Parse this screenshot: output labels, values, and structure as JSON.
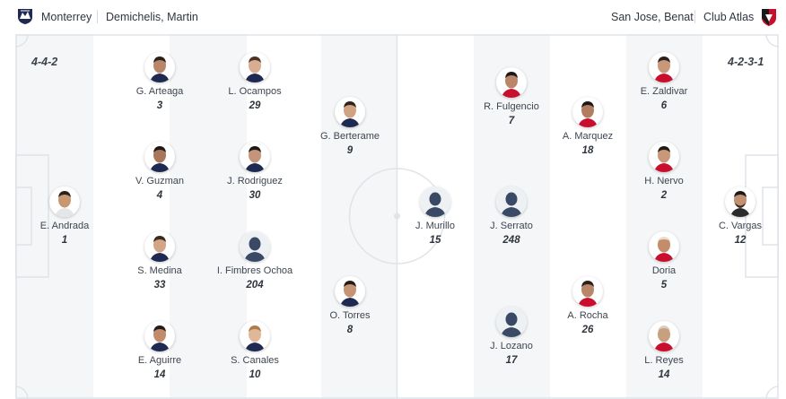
{
  "header": {
    "home_team": "Monterrey",
    "home_coach": "Demichelis, Martin",
    "away_coach": "San Jose, Benat",
    "away_team": "Club Atlas",
    "home_crest_icon": "monterrey-crest-icon",
    "away_crest_icon": "atlas-crest-icon"
  },
  "home": {
    "formation": "4-4-2",
    "players": [
      {
        "name": "E. Andrada",
        "number": "1",
        "kit": "#ffffff"
      },
      {
        "name": "G. Arteaga",
        "number": "3"
      },
      {
        "name": "V. Guzman",
        "number": "4"
      },
      {
        "name": "S. Medina",
        "number": "33"
      },
      {
        "name": "E. Aguirre",
        "number": "14"
      },
      {
        "name": "L. Ocampos",
        "number": "29"
      },
      {
        "name": "J. Rodriguez",
        "number": "30"
      },
      {
        "name": "I. Fimbres Ochoa",
        "number": "204",
        "placeholder": true
      },
      {
        "name": "S. Canales",
        "number": "10"
      },
      {
        "name": "G. Berterame",
        "number": "9"
      },
      {
        "name": "O. Torres",
        "number": "8"
      }
    ]
  },
  "away": {
    "formation": "4-2-3-1",
    "players": [
      {
        "name": "J. Murillo",
        "number": "15",
        "placeholder": true
      },
      {
        "name": "J. Serrato",
        "number": "248",
        "placeholder": true
      },
      {
        "name": "J. Lozano",
        "number": "17",
        "placeholder": true
      },
      {
        "name": "R. Fulgencio",
        "number": "7"
      },
      {
        "name": "A. Marquez",
        "number": "18"
      },
      {
        "name": "A. Rocha",
        "number": "26"
      },
      {
        "name": "E. Zaldivar",
        "number": "6"
      },
      {
        "name": "H. Nervo",
        "number": "2"
      },
      {
        "name": "Doria",
        "number": "5"
      },
      {
        "name": "L. Reyes",
        "number": "14"
      },
      {
        "name": "C. Vargas",
        "number": "12"
      }
    ]
  },
  "colors": {
    "pitch_dark": "#f4f6f8",
    "pitch_light": "#ffffff",
    "lines": "#dfe4e9",
    "monterrey_navy": "#1f2a52",
    "atlas_red": "#c8102e"
  }
}
